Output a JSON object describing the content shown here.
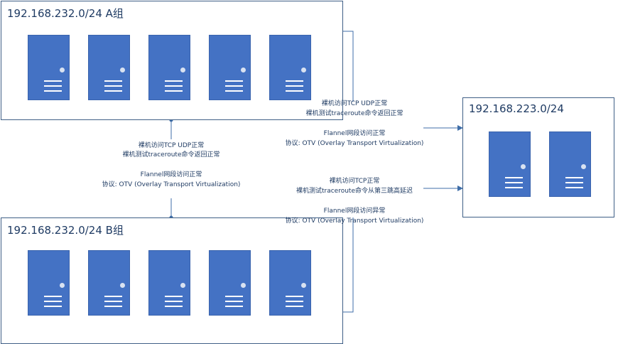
{
  "groups": {
    "a": {
      "title": "192.168.232.0/24 A组",
      "server_count": 5
    },
    "b": {
      "title": "192.168.232.0/24 B组",
      "server_count": 5
    },
    "c": {
      "title": "192.168.223.0/24",
      "server_count": 2
    }
  },
  "links": {
    "ab": {
      "line1": "裸机访问TCP UDP正常",
      "line2": "裸机测试traceroute命令返回正常",
      "line3": "Flannel网段访问正常",
      "line4": "协议: OTV (Overlay Transport Virtualization)"
    },
    "ac": {
      "line1": "裸机访问TCP UDP正常",
      "line2": "裸机测试traceroute命令返回正常",
      "line3": "Flannel网段访问正常",
      "line4": "协议: OTV (Overlay Transport Virtualization)"
    },
    "bc": {
      "line1": "裸机访问TCP正常",
      "line2": "裸机测试traceroute命令从第三跳高延迟",
      "line3": "Flannel网段访问异常",
      "line4": "协议: OTV (Overlay Transport Virtualization)"
    }
  },
  "colors": {
    "server": "#4472c4",
    "border": "#3f5f86",
    "text": "#1f3b63"
  }
}
